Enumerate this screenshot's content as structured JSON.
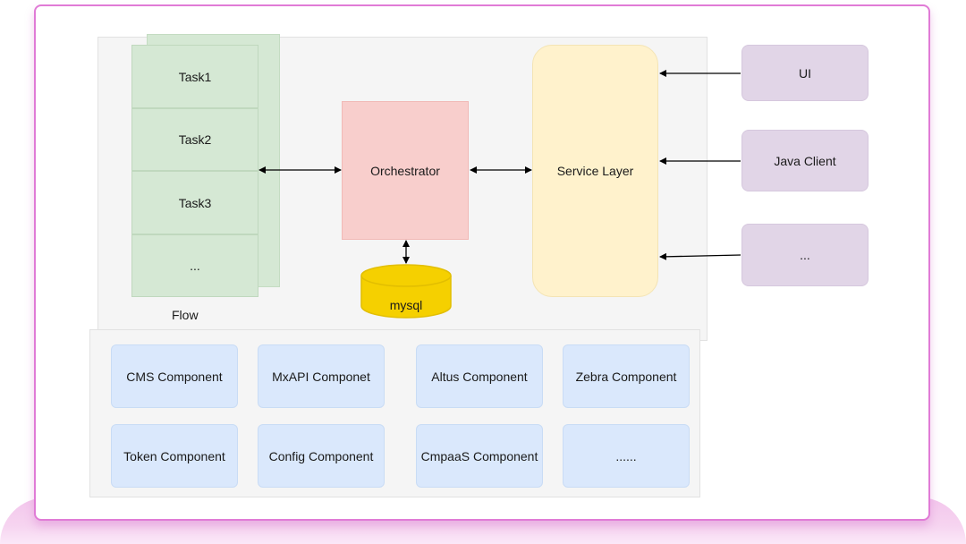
{
  "flow": {
    "label": "Flow",
    "tasks": [
      "Task1",
      "Task2",
      "Task3",
      "..."
    ]
  },
  "orchestrator": {
    "label": "Orchestrator"
  },
  "database": {
    "label": "mysql"
  },
  "service_layer": {
    "label": "Service Layer"
  },
  "clients": [
    "UI",
    "Java Client",
    "..."
  ],
  "components": [
    [
      "CMS Component",
      "MxAPI Componet",
      "Altus Component",
      "Zebra Component"
    ],
    [
      "Token Component",
      "Config Component",
      "CmpaaS Component",
      "......"
    ]
  ],
  "colors": {
    "task": "#d5e8d4",
    "orchestrator": "#f8cecc",
    "service_layer": "#fff2cc",
    "client": "#e1d5e7",
    "component": "#dae8fc",
    "database": "#f5d000",
    "card_border": "#e07bd6"
  }
}
